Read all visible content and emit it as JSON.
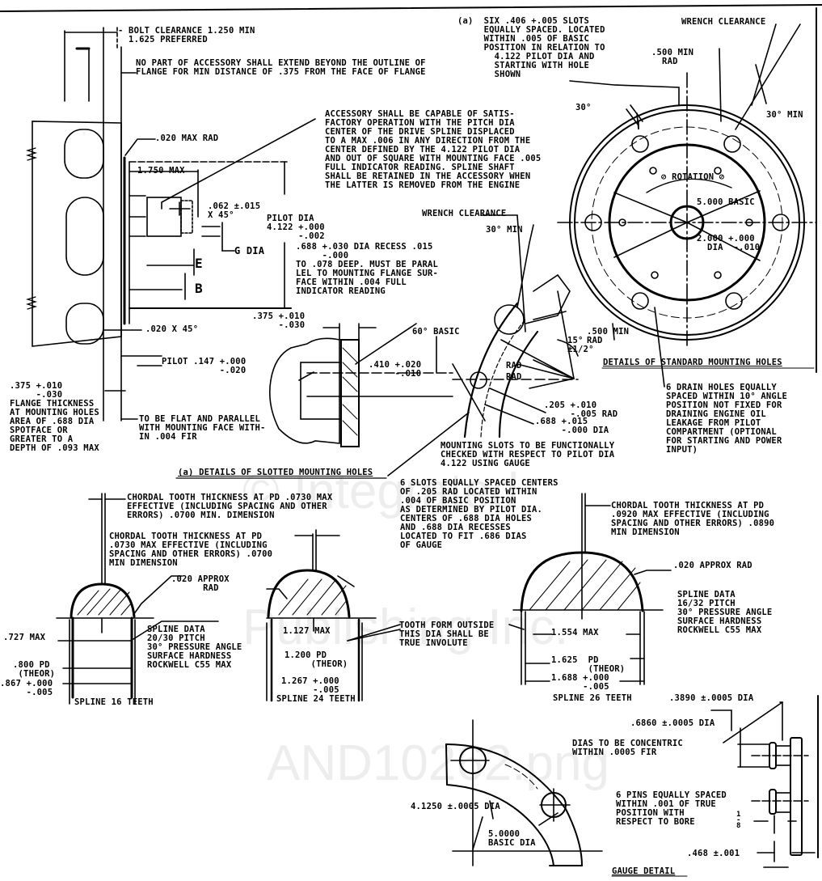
{
  "drawing": {
    "watermark": [
      "© Integrated",
      "Publishing Inc.",
      "AND10262.png"
    ],
    "top_left": {
      "bolt_clearance": "- BOLT CLEARANCE 1.250 MIN\n  1.625 PREFERRED",
      "no_part_note": "NO PART OF ACCESSORY SHALL EXTEND BEYOND THE OUTLINE OF\nFLANGE FOR MIN DISTANCE OF .375 FROM THE FACE OF FLANGE",
      "max_rad": ".020 MAX RAD",
      "dim_1750": "1.750 MAX",
      "chamfer": ".062 ±.015\nX 45°",
      "g_dia": "G DIA",
      "e_label": "E",
      "b_label": "B",
      "pilot_dia": "PILOT DIA\n4.122 +.000\n      -.002",
      "accessory_note": "ACCESSORY SHALL BE CAPABLE OF SATIS-\nFACTORY OPERATION WITH THE PITCH DIA\nCENTER OF THE DRIVE SPLINE DISPLACED\nTO A MAX .006 IN ANY DIRECTION FROM THE\nCENTER DEFINED BY THE 4.122 PILOT DIA\nAND OUT OF SQUARE WITH MOUNTING FACE .005\nFULL INDICATOR READING. SPLINE SHAFT\nSHALL BE RETAINED IN THE ACCESSORY WHEN\nTHE LATTER IS REMOVED FROM THE ENGINE",
      "recess_note": ".688 +.030 DIA RECESS .015\n     -.000\nTO .078 DEEP. MUST BE PARAL\nLEL TO MOUNTING FLANGE SUR-\nFACE WITHIN .004 FULL\nINDICATOR READING",
      "chamfer_020": ".020 X 45°",
      "pilot_147": "PILOT .147 +.000\n           -.020",
      "flange_thickness": ".375 +.010\n     -.030\nFLANGE THICKNESS\nAT MOUNTING HOLES\nAREA OF .688 DIA\nSPOTFACE OR\nGREATER TO A\nDEPTH OF .093 MAX",
      "flat_parallel": "TO BE FLAT AND PARALLEL\nWITH MOUNTING FACE WITH-\nIN .004 FIR"
    },
    "top_right": {
      "note_a": "(a)  SIX .406 +.005 SLOTS\n     EQUALLY SPACED. LOCATED\n     WITHIN .005 OF BASIC\n     POSITION IN RELATION TO\n       4.122 PILOT DIA AND\n       STARTING WITH HOLE\n       SHOWN",
      "wrench_clearance": "WRENCH CLEARANCE",
      "min_rad_500": ".500 MIN\n  RAD",
      "angle_30": "30°",
      "angle_30_min": "30° MIN",
      "rotation": "ROTATION",
      "basic_5000": "5.000 BASIC",
      "dia_2000": "2.000 +.000\n  DIA  -.010",
      "title": "DETAILS OF STANDARD MOUNTING HOLES",
      "drain_note": "6 DRAIN HOLES EQUALLY\nSPACED WITHIN 10° ANGLE\nPOSITION NOT FIXED FOR\nDRAINING ENGINE OIL\nLEAKAGE FROM PILOT\nCOMPARTMENT (OPTIONAL\nFOR STARTING AND POWER\nINPUT)"
    },
    "slotted": {
      "wrench_clearance": "WRENCH CLEARANCE",
      "angle_30_min": "30° MIN",
      "dim_375": ".375 +.010\n     -.030",
      "basic_60": "60° BASIC",
      "dim_410": ".410 +.020\n     -.010",
      "rad1": "RAD",
      "rad2": "RAD",
      "angle_15": "15°\n±1/2°",
      "min_rad_500": ".500 MIN\nRAD",
      "rad_205": ".205 +.010\n     -.005 RAD",
      "dia_688": ".688 +.015\n     -.000 DIA",
      "gauge_check": "MOUNTING SLOTS TO BE FUNCTIONALLY\nCHECKED WITH RESPECT TO PILOT DIA\n4.122 USING GAUGE",
      "title": "(a) DETAILS OF SLOTTED MOUNTING HOLES",
      "six_slots": "6 SLOTS EQUALLY SPACED CENTERS\nOF .205 RAD LOCATED WITHIN\n.004 OF BASIC POSITION\nAS DETERMINED BY PILOT DIA.\nCENTERS OF .688 DIA HOLES\nAND .688 DIA RECESSES\nLOCATED TO FIT .686 DIAS\nOF GAUGE"
    },
    "splines": {
      "chordal_16": "CHORDAL TOOTH THICKNESS AT PD .0730 MAX\nEFFECTIVE (INCLUDING SPACING AND OTHER\nERRORS) .0700 MIN. DIMENSION",
      "chordal_24": "CHORDAL TOOTH THICKNESS AT PD\n.0730 MAX EFFECTIVE (INCLUDING\nSPACING AND OTHER ERRORS) .0700\nMIN DIMENSION",
      "approx_rad_a": ".020 APPROX\n      RAD",
      "dim_727": ".727 MAX",
      "dim_800": ".800 PD\n (THEOR)",
      "dim_867": ".867 +.000\n     -.005",
      "spline16_label": "SPLINE 16 TEETH",
      "spline_data_a": "SPLINE DATA\n20/30 PITCH\n30° PRESSURE ANGLE\nSURFACE HARDNESS\nROCKWELL C55 MAX",
      "dim_1127": "1.127 MAX",
      "dim_1200": "1.200 PD\n     (THEOR)",
      "dim_1267": "1.267 +.000\n      -.005",
      "spline24_label": "SPLINE 24 TEETH",
      "tooth_form": "TOOTH FORM OUTSIDE\nTHIS DIA SHALL BE\nTRUE INVOLUTE",
      "chordal_26": "CHORDAL TOOTH THICKNESS AT PD\n.0920 MAX EFFECTIVE (INCLUDING\nSPACING AND OTHER ERRORS) .0890\nMIN DIMENSION",
      "approx_rad_b": ".020 APPROX RAD",
      "spline_data_b": "SPLINE DATA\n16/32 PITCH\n30° PRESSURE ANGLE\nSURFACE HARDNESS\nROCKWELL C55 MAX",
      "dim_1554": "1.554 MAX",
      "dim_1625": "1.625  PD\n       (THEOR)",
      "dim_1688": "1.688 +.000\n      -.005",
      "spline26_label": "SPLINE 26 TEETH"
    },
    "gauge": {
      "dia_3890": ".3890 ±.0005 DIA",
      "dia_6860": ".6860 ±.0005 DIA",
      "concentric": "DIAS TO BE CONCENTRIC\nWITHIN .0005 FIR",
      "pins_note": "6 PINS EQUALLY SPACED\nWITHIN .001 OF TRUE\nPOSITION WITH\nRESPECT TO BORE",
      "fraction": "1\n-\n8",
      "dia_41250": "4.1250 ±.0005 DIA",
      "basic_5": "5.0000\nBASIC DIA",
      "dim_468": ".468 ±.001",
      "title": "GAUGE DETAIL"
    }
  }
}
